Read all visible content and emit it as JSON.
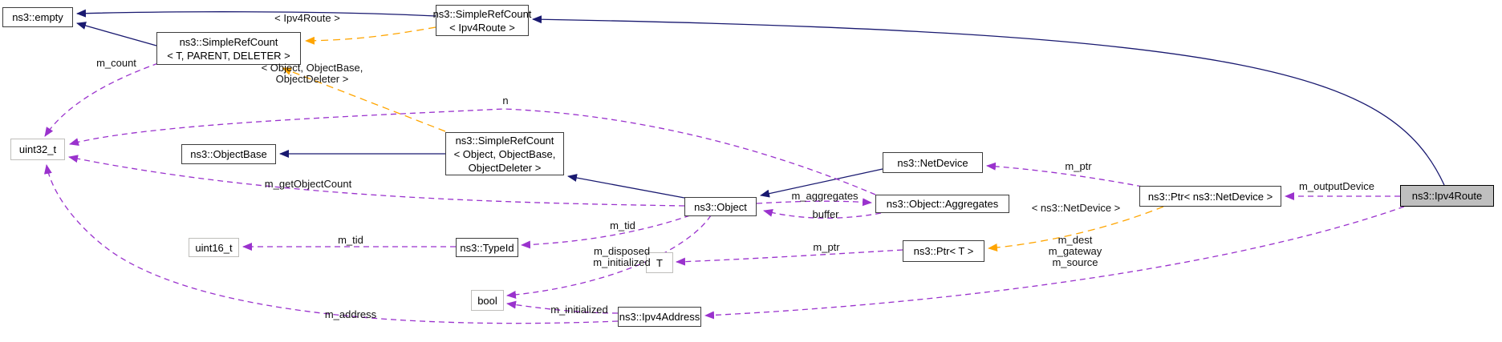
{
  "diagram": {
    "type": "collaboration-graph",
    "subject": "ns3::Ipv4Route",
    "colors": {
      "inheritance_edge": "#191970",
      "usage_edge": "#9a32cd",
      "template_edge": "#ffa500",
      "node_fill": "#ffffff",
      "node_border": "#3d3d3d",
      "primitive_border": "#bfbebb",
      "current_node_fill": "#bfbfbf"
    },
    "nodes": {
      "empty": {
        "label": "ns3::empty"
      },
      "simple_ref_count_tpd": {
        "label": "ns3::SimpleRefCount\n< T, PARENT, DELETER >"
      },
      "simple_ref_count_ipv4route": {
        "label": "ns3::SimpleRefCount\n< Ipv4Route >"
      },
      "uint32_t": {
        "label": "uint32_t"
      },
      "object_base": {
        "label": "ns3::ObjectBase"
      },
      "simple_ref_count_ood": {
        "label": "ns3::SimpleRefCount\n< Object, ObjectBase,\nObjectDeleter >"
      },
      "object": {
        "label": "ns3::Object"
      },
      "net_device": {
        "label": "ns3::NetDevice"
      },
      "aggregates": {
        "label": "ns3::Object::Aggregates"
      },
      "ptr_net_device": {
        "label": "ns3::Ptr< ns3::NetDevice >"
      },
      "ipv4_route": {
        "label": "ns3::Ipv4Route"
      },
      "uint16_t": {
        "label": "uint16_t"
      },
      "type_id": {
        "label": "ns3::TypeId"
      },
      "ptr_t": {
        "label": "ns3::Ptr< T >"
      },
      "t": {
        "label": "T"
      },
      "bool": {
        "label": "bool"
      },
      "ipv4_address": {
        "label": "ns3::Ipv4Address"
      }
    },
    "edge_labels": {
      "ipv4route_template": "< Ipv4Route >",
      "ood_template": "< Object, ObjectBase,\nObjectDeleter >",
      "netdevice_template": "< ns3::NetDevice >",
      "m_count": "m_count",
      "n": "n",
      "m_getObjectCount": "m_getObjectCount",
      "m_tid_typeid": "m_tid",
      "m_tid_object": "m_tid",
      "m_disposed_initialized": "m_disposed\nm_initialized",
      "m_initialized": "m_initialized",
      "m_address": "m_address",
      "m_aggregates": "m_aggregates",
      "buffer": "buffer",
      "m_ptr_t": "m_ptr",
      "m_ptr_netdevice": "m_ptr",
      "m_dest_gateway_source": "m_dest\nm_gateway\nm_source",
      "m_outputDevice": "m_outputDevice"
    },
    "edges": [
      {
        "from": "simple_ref_count_ipv4route",
        "to": "empty",
        "relation": "inheritance"
      },
      {
        "from": "simple_ref_count_tpd",
        "to": "empty",
        "relation": "inheritance"
      },
      {
        "from": "ipv4_route",
        "to": "simple_ref_count_ipv4route",
        "relation": "inheritance"
      },
      {
        "from": "simple_ref_count_ood",
        "to": "object_base",
        "relation": "inheritance"
      },
      {
        "from": "object",
        "to": "simple_ref_count_ood",
        "relation": "inheritance"
      },
      {
        "from": "net_device",
        "to": "object",
        "relation": "inheritance"
      },
      {
        "from": "simple_ref_count_ipv4route",
        "to": "simple_ref_count_tpd",
        "relation": "template-instance",
        "label": "< Ipv4Route >"
      },
      {
        "from": "simple_ref_count_ood",
        "to": "simple_ref_count_tpd",
        "relation": "template-instance",
        "label": "< Object, ObjectBase, ObjectDeleter >"
      },
      {
        "from": "ptr_net_device",
        "to": "ptr_t",
        "relation": "template-instance",
        "label": "< ns3::NetDevice >"
      },
      {
        "from": "simple_ref_count_tpd",
        "to": "uint32_t",
        "relation": "usage",
        "label": "m_count"
      },
      {
        "from": "aggregates",
        "to": "uint32_t",
        "relation": "usage",
        "label": "n"
      },
      {
        "from": "object",
        "to": "uint32_t",
        "relation": "usage",
        "label": "m_getObjectCount"
      },
      {
        "from": "ipv4_address",
        "to": "uint32_t",
        "relation": "usage",
        "label": "m_address"
      },
      {
        "from": "type_id",
        "to": "uint16_t",
        "relation": "usage",
        "label": "m_tid"
      },
      {
        "from": "object",
        "to": "type_id",
        "relation": "usage",
        "label": "m_tid"
      },
      {
        "from": "object",
        "to": "bool",
        "relation": "usage",
        "label": "m_disposed m_initialized"
      },
      {
        "from": "ipv4_address",
        "to": "bool",
        "relation": "usage",
        "label": "m_initialized"
      },
      {
        "from": "ptr_t",
        "to": "t",
        "relation": "usage",
        "label": "m_ptr"
      },
      {
        "from": "ptr_net_device",
        "to": "net_device",
        "relation": "usage",
        "label": "m_ptr"
      },
      {
        "from": "object",
        "to": "aggregates",
        "relation": "usage",
        "label": "m_aggregates"
      },
      {
        "from": "aggregates",
        "to": "object",
        "relation": "usage",
        "label": "buffer"
      },
      {
        "from": "ipv4_route",
        "to": "ptr_net_device",
        "relation": "usage",
        "label": "m_outputDevice"
      },
      {
        "from": "ipv4_route",
        "to": "ipv4_address",
        "relation": "usage",
        "label": "m_dest m_gateway m_source"
      }
    ]
  }
}
